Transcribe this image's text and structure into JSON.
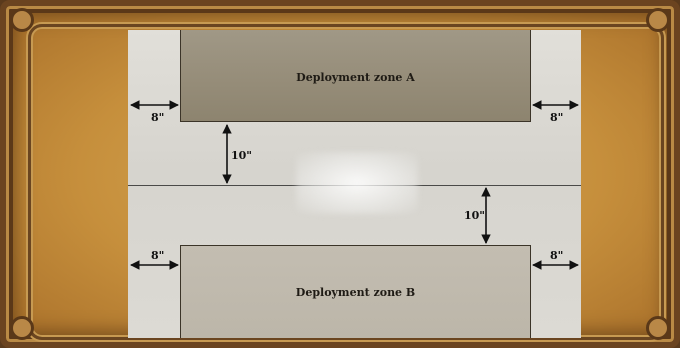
{
  "zones": {
    "a_label": "Deployment zone A",
    "b_label": "Deployment zone B",
    "a_color": "#958c78",
    "b_color": "#bcb6a9"
  },
  "measurements": {
    "side_a_left": "8\"",
    "side_a_right": "8\"",
    "side_b_left": "8\"",
    "side_b_right": "8\"",
    "gap_a_center": "10\"",
    "gap_center_b": "10\""
  },
  "colors": {
    "parchment": "#c68f3c",
    "frame": "#6b4420",
    "table": "#dcdad4"
  }
}
